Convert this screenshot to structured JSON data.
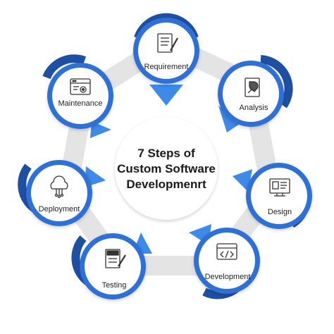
{
  "title": {
    "line1": "7 Steps of",
    "line2": "Custom Software",
    "line3": "Developmenrt"
  },
  "steps": [
    {
      "label": "Requirement",
      "icon": "document-pen-icon"
    },
    {
      "label": "Analysis",
      "icon": "chart-report-icon"
    },
    {
      "label": "Design",
      "icon": "monitor-design-icon"
    },
    {
      "label": "Development",
      "icon": "code-window-icon"
    },
    {
      "label": "Testing",
      "icon": "test-checklist-icon"
    },
    {
      "label": "Deployment",
      "icon": "cloud-network-icon"
    },
    {
      "label": "Maintenance",
      "icon": "browser-gear-icon"
    }
  ],
  "colors": {
    "ring": "#e4e4e4",
    "blue_dark": "#1e4fa1",
    "blue_mid": "#2f6fd6",
    "blue_light": "#3d8ae8",
    "circle_fill": "#ffffff",
    "text": "#222222"
  }
}
